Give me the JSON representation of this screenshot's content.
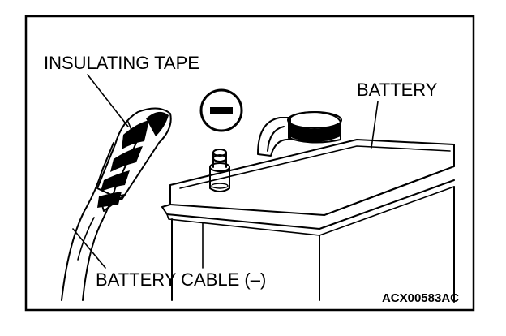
{
  "labels": {
    "insulating_tape": "INSULATING TAPE",
    "battery": "BATTERY",
    "battery_cable": "BATTERY CABLE (–)",
    "figure_code": "ACX00583AC"
  },
  "symbols": {
    "terminal_polarity": "−"
  }
}
